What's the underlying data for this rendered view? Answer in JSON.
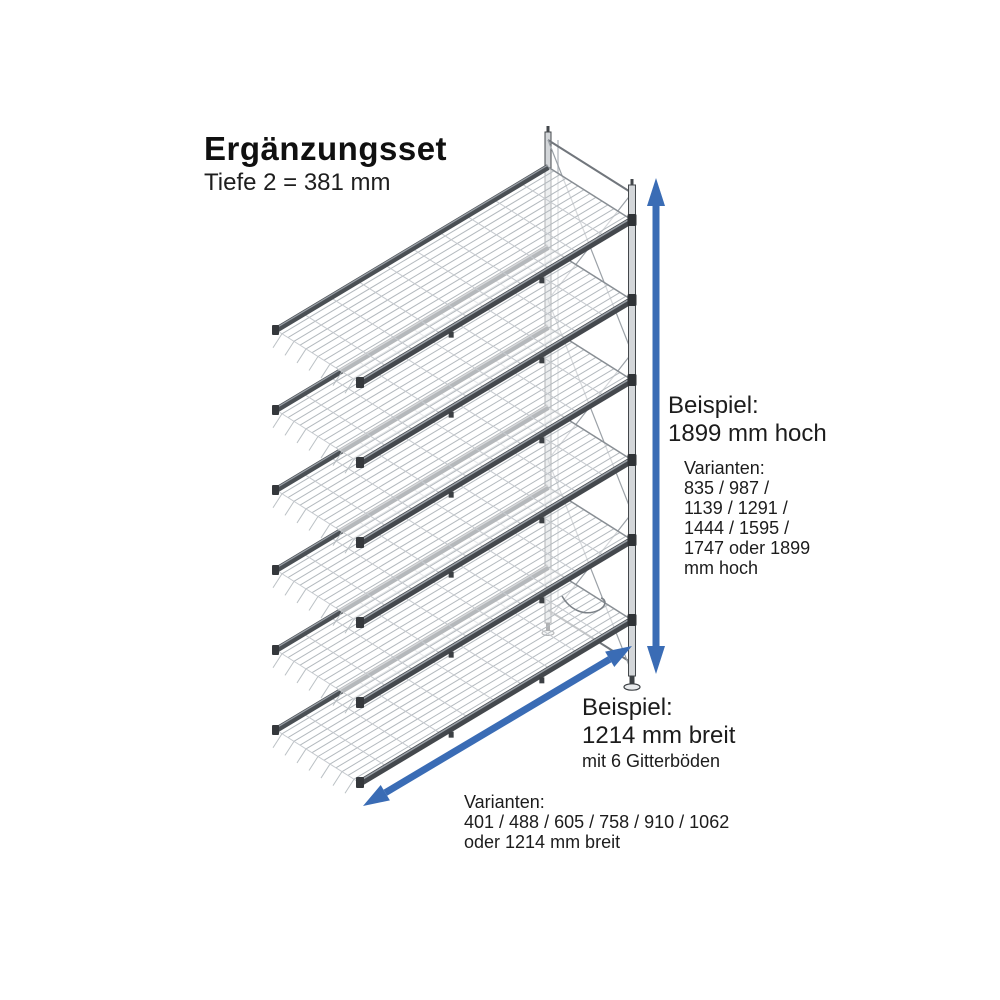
{
  "title": "Ergänzungsset",
  "subtitle": "Tiefe 2 = 381 mm",
  "height_annotation": {
    "beispiel_label": "Beispiel:",
    "beispiel_value": "1899 mm hoch",
    "varianten_label": "Varianten:",
    "varianten_lines": [
      "835 / 987 /",
      "1139 / 1291 /",
      "1444 / 1595 /",
      "1747 oder 1899",
      "mm hoch"
    ]
  },
  "width_annotation": {
    "beispiel_label": "Beispiel:",
    "beispiel_value": "1214 mm breit",
    "detail": "mit 6 Gitterböden",
    "varianten_label": "Varianten:",
    "varianten_lines": [
      "401 / 488 / 605 / 758 / 910 / 1062",
      "oder 1214 mm breit"
    ]
  },
  "figure": {
    "shelf_count": 6,
    "description": "add-on shelving unit with wire mesh shelves and one end frame"
  },
  "colors": {
    "accent_blue": "#3a6cb5",
    "beam_dark": "#4a4f54",
    "beam_highlight": "#9aa0a7",
    "wire_light": "#b3b9be",
    "wire_lighter": "#c6cacf",
    "post_fill": "#d3d6d9",
    "post_stroke": "#43474b",
    "text": "#1c1c1c"
  }
}
